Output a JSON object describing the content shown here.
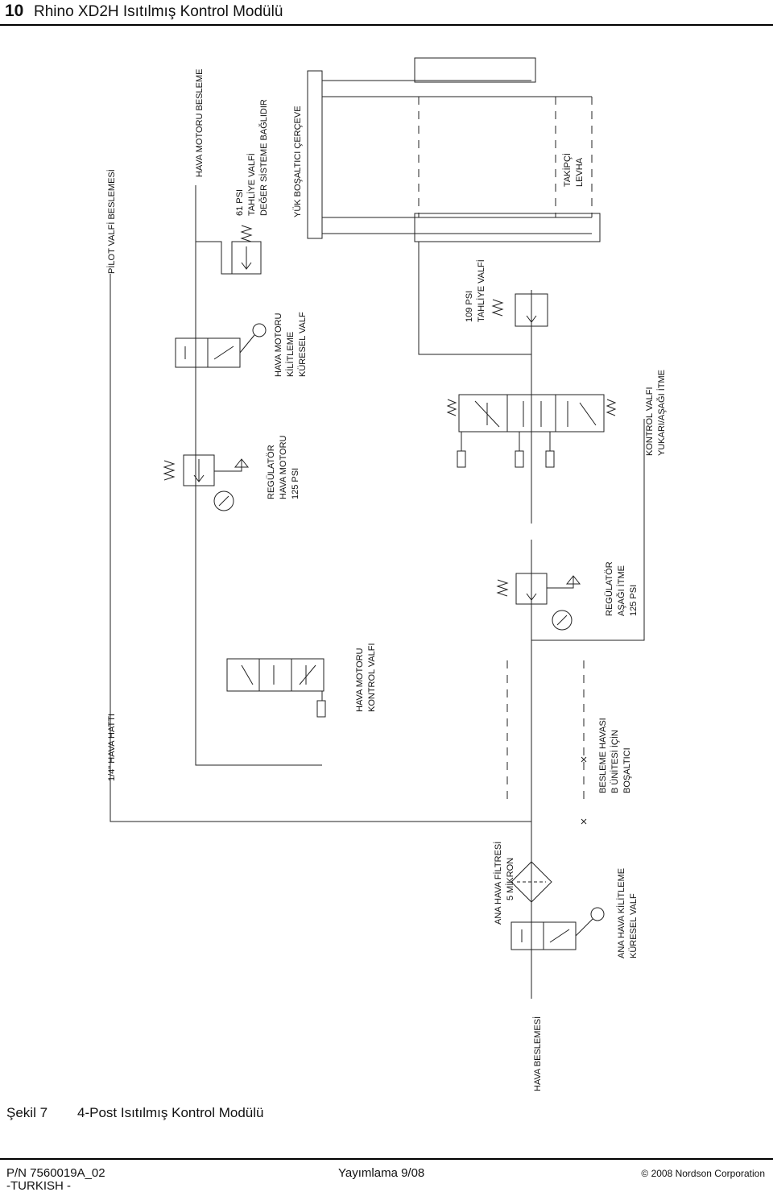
{
  "header": {
    "page_number": "10",
    "title": "Rhino XD2H Isıtılmış Kontrol Modülü"
  },
  "labels": {
    "pilot_supply": "PİLOT VALFİ BESLEMESİ",
    "air_line": "1/4\"   HAVA HATTI",
    "air_motor_supply": "HAVA MOTORU BESLEME",
    "relief_61": [
      "61 PSI",
      "TAHLİYE VALFİ",
      "DEĞER SİSTEME BAĞLIDIR"
    ],
    "load_frame": "YÜK BOŞALTICI ÇERÇEVE",
    "motor_ball_valve": [
      "HAVA MOTORU",
      "KİLİTLEME",
      "KÜRESEL VALF"
    ],
    "motor_regulator": [
      "REGÜLATÖR",
      "HAVA MOTORU",
      "125 PSI"
    ],
    "relief_109": [
      "109 PSI",
      "TAHLİYE VALFİ"
    ],
    "follower_plate": [
      "TAKİPÇİ",
      "LEVHA"
    ],
    "control_valve": [
      "KONTROL VALFI",
      "YUKARI/AŞAĞI İTME"
    ],
    "motor_control_valve": [
      "HAVA MOTORU",
      "KONTROL VALFI"
    ],
    "down_regulator": [
      "REGÜLATÖR",
      "AŞAĞI İTME",
      "125 PSI"
    ],
    "supply_drain": [
      "BESLEME HAVASI",
      "B ÜNİTESİ İÇİN",
      "BOŞALTICI"
    ],
    "main_filter": [
      "ANA HAVA FİLTRESİ",
      "5 MİKRON"
    ],
    "main_ball_valve": [
      "ANA HAVA KİLİTLEME",
      "KÜRESEL VALF"
    ],
    "air_supply": "HAVA BESLEMESİ"
  },
  "figure": {
    "number": "Şekil 7",
    "caption": "4-Post Isıtılmış Kontrol Modülü"
  },
  "footer": {
    "part_number": "P/N 7560019A_02",
    "language": "-TURKISH -",
    "published": "Yayımlama 9/08",
    "copyright": "© 2008 Nordson Corporation"
  }
}
